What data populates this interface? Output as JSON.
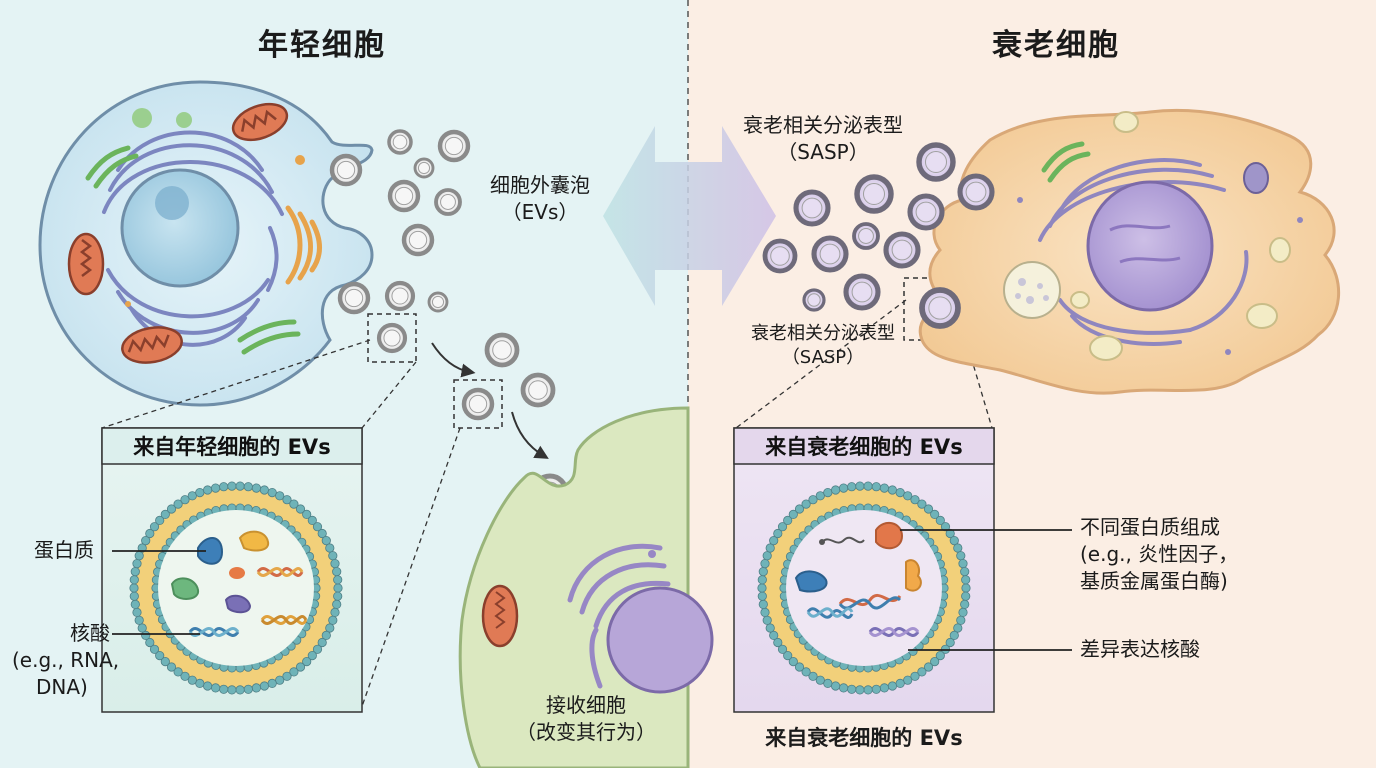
{
  "left_panel": {
    "title": "年轻细胞",
    "ev_label_line1": "细胞外囊泡",
    "ev_label_line2": "（EVs）",
    "inset_title": "来自年轻细胞的 EVs",
    "protein_label": "蛋白质",
    "nucleic_label_line1": "核酸",
    "nucleic_label_line2": "(e.g., RNA,",
    "nucleic_label_line3": "DNA)",
    "recipient_line1": "接收细胞",
    "recipient_line2": "（改变其行为）"
  },
  "right_panel": {
    "title": "衰老细胞",
    "sasp_top_line1": "衰老相关分泌表型",
    "sasp_top_line2": "（SASP）",
    "sasp_mid_line1": "衰老相关分泌表型",
    "sasp_mid_line2": "（SASP）",
    "inset_title": "来自衰老细胞的 EVs",
    "protein_label_line1": "不同蛋白质组成",
    "protein_label_line2": "(e.g., 炎性因子，",
    "protein_label_line3": "基质金属蛋白酶)",
    "nucleic_label": "差异表达核酸",
    "bottom_caption": "来自衰老细胞的 EVs"
  },
  "colors": {
    "left_bg": "#e4f3f4",
    "right_bg": "#fbeee4",
    "young_cell": "#cfe7f1",
    "senescent_cell": "#f6d6a8",
    "recipient_cell": "#dbe8c0",
    "nucleus_young": "#a9d3e6",
    "nucleus_senescent": "#b7a6d8",
    "inset_left_header": "#dcefed",
    "inset_right_header": "#e4d7ec"
  }
}
